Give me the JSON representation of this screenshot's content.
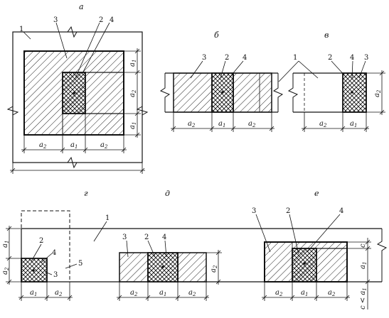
{
  "panels": {
    "a": "а",
    "b": "б",
    "v": "в",
    "g": "г",
    "d": "д",
    "e": "е"
  },
  "numbers": {
    "n1": "1",
    "n2": "2",
    "n3": "3",
    "n4": "4",
    "n5": "5"
  },
  "dims": {
    "a": "a",
    "sub1": "1",
    "sub2": "2",
    "c_lt_a1": "c < a",
    "c": "c"
  }
}
